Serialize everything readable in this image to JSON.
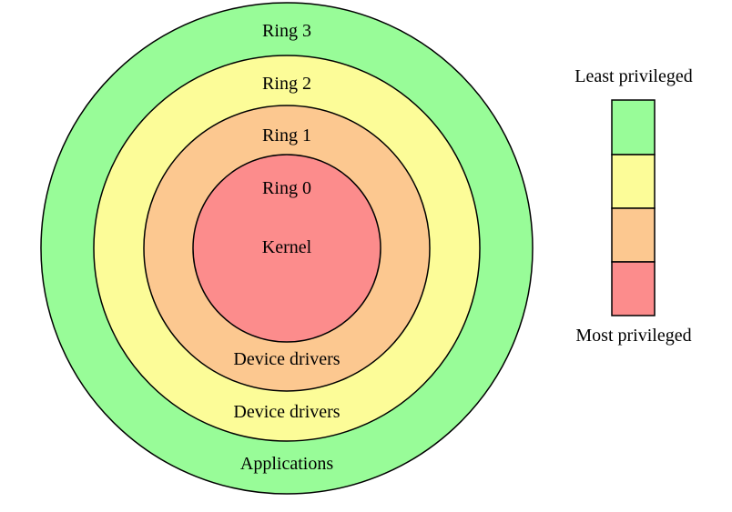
{
  "diagram": {
    "rings": [
      {
        "level": 3,
        "title": "Ring 3",
        "role": "Applications",
        "color": "#98fc98"
      },
      {
        "level": 2,
        "title": "Ring 2",
        "role": "Device drivers",
        "color": "#fcfc98"
      },
      {
        "level": 1,
        "title": "Ring 1",
        "role": "Device drivers",
        "color": "#fcc890"
      },
      {
        "level": 0,
        "title": "Ring 0",
        "role": "Kernel",
        "color": "#fc8c8c"
      }
    ],
    "outline_color": "#000000"
  },
  "privilege_scale": {
    "top_label": "Least privileged",
    "bottom_label": "Most privileged",
    "colors": [
      "#98fc98",
      "#fcfc98",
      "#fcc890",
      "#fc8c8c"
    ]
  }
}
